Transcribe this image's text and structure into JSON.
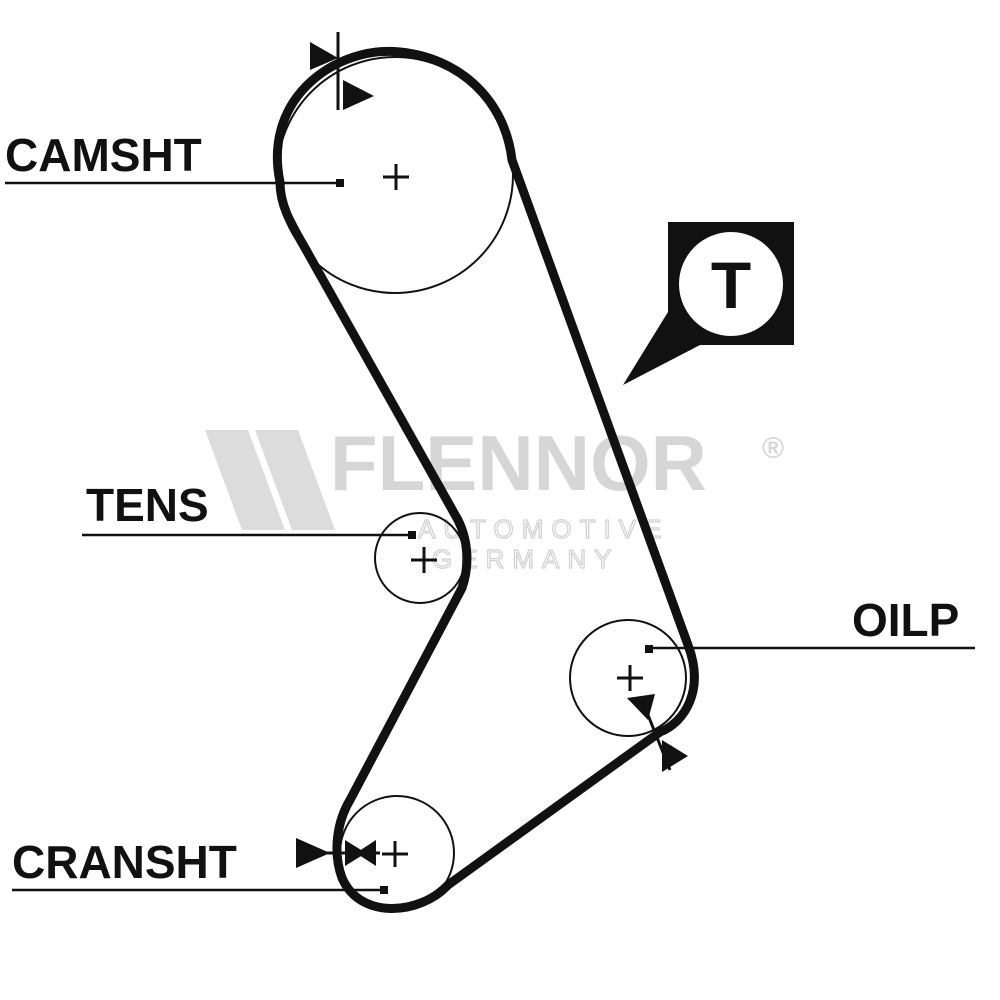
{
  "labels": {
    "camshaft": "CAMSHT",
    "tensioner": "TENS",
    "oil_pump": "OILP",
    "crankshaft": "CRANSHT"
  },
  "badge": {
    "letter": "T"
  },
  "watermark": {
    "brand": "FLENNOR",
    "registered": "®",
    "line1": "AUTOMOTIVE",
    "line2": "GERMANY"
  },
  "colors": {
    "ink": "#111111",
    "watermark": "#d6d6d6",
    "background": "#ffffff"
  }
}
